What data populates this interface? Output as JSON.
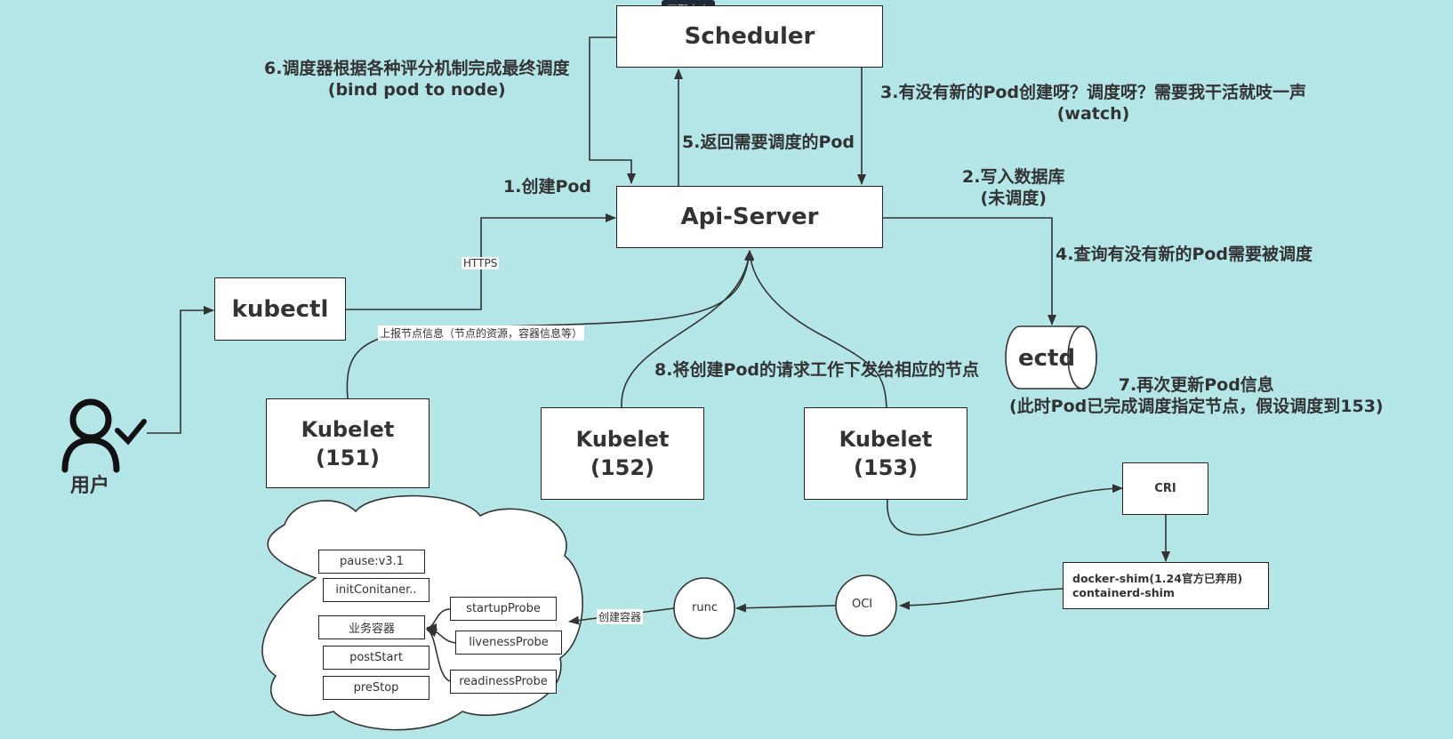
{
  "toolbar": {
    "fit_label": "匹配大小"
  },
  "nodes": {
    "scheduler": "Scheduler",
    "api_server": "Api-Server",
    "kubectl": "kubectl",
    "etcd": "ectd",
    "user": "用户",
    "kubelet_151_name": "Kubelet",
    "kubelet_151_ip": "(151)",
    "kubelet_152_name": "Kubelet",
    "kubelet_152_ip": "(152)",
    "kubelet_153_name": "Kubelet",
    "kubelet_153_ip": "(153)",
    "cri": "CRI",
    "shim_line1": "docker-shim(1.24官方已弃用)",
    "shim_line2": "containerd-shim",
    "oci": "OCI",
    "runc": "runc"
  },
  "pod": {
    "pause": "pause:v3.1",
    "init": "initConitaner..",
    "business": "业务容器",
    "post_start": "postStart",
    "pre_stop": "preStop",
    "startup_probe": "startupProbe",
    "liveness_probe": "livenessProbe",
    "readiness_probe": "readinessProbe"
  },
  "labels": {
    "step1": "1.创建Pod",
    "step2_line1": "2.写入数据库",
    "step2_line2": "(未调度)",
    "step3_line1": "3.有没有新的Pod创建呀？调度呀？需要我干活就吱一声",
    "step3_line2": "(watch)",
    "step4": "4.查询有没有新的Pod需要被调度",
    "step5": "5.返回需要调度的Pod",
    "step6_line1": "6.调度器根据各种评分机制完成最终调度",
    "step6_line2": "(bind pod to node)",
    "step7_line1": "7.再次更新Pod信息",
    "step7_line2": "(此时Pod已完成调度指定节点，假设调度到153)",
    "step8": "8.将创建Pod的请求工作下发给相应的节点",
    "https": "HTTPS",
    "report": "上报节点信息（节点的资源，容器信息等）",
    "create_container": "创建容器"
  }
}
